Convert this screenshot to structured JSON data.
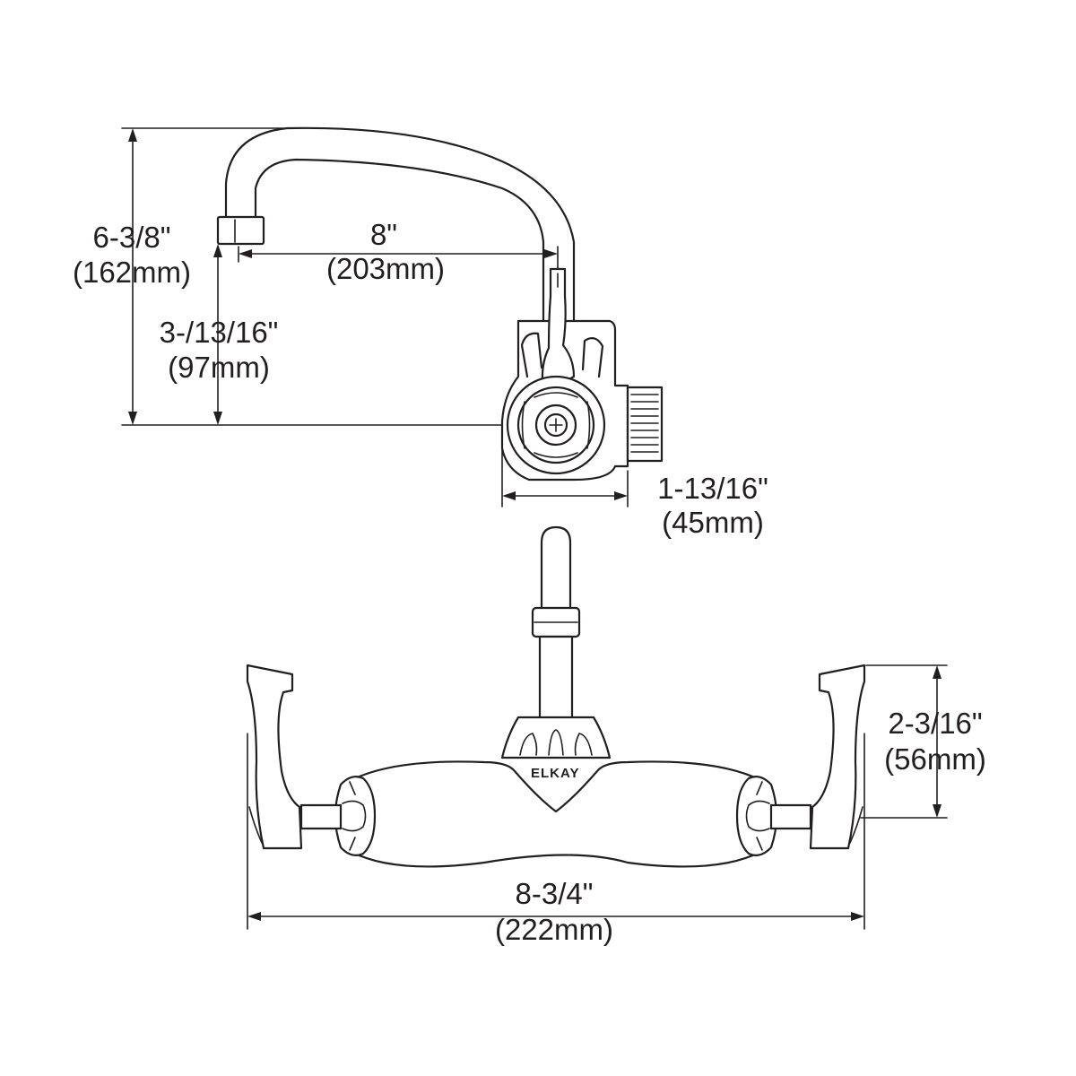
{
  "brand": "ELKAY",
  "dimensions": {
    "overall_height": {
      "imperial": "6-3/8\"",
      "metric": "(162mm)"
    },
    "spout_reach": {
      "imperial": "8\"",
      "metric": "(203mm)"
    },
    "spout_height": {
      "imperial": "3-/13/16\"",
      "metric": "(97mm)"
    },
    "body_depth": {
      "imperial": "1-13/16\"",
      "metric": "(45mm)"
    },
    "handle_height": {
      "imperial": "2-3/16\"",
      "metric": "(56mm)"
    },
    "overall_width": {
      "imperial": "8-3/4\"",
      "metric": "(222mm)"
    }
  }
}
